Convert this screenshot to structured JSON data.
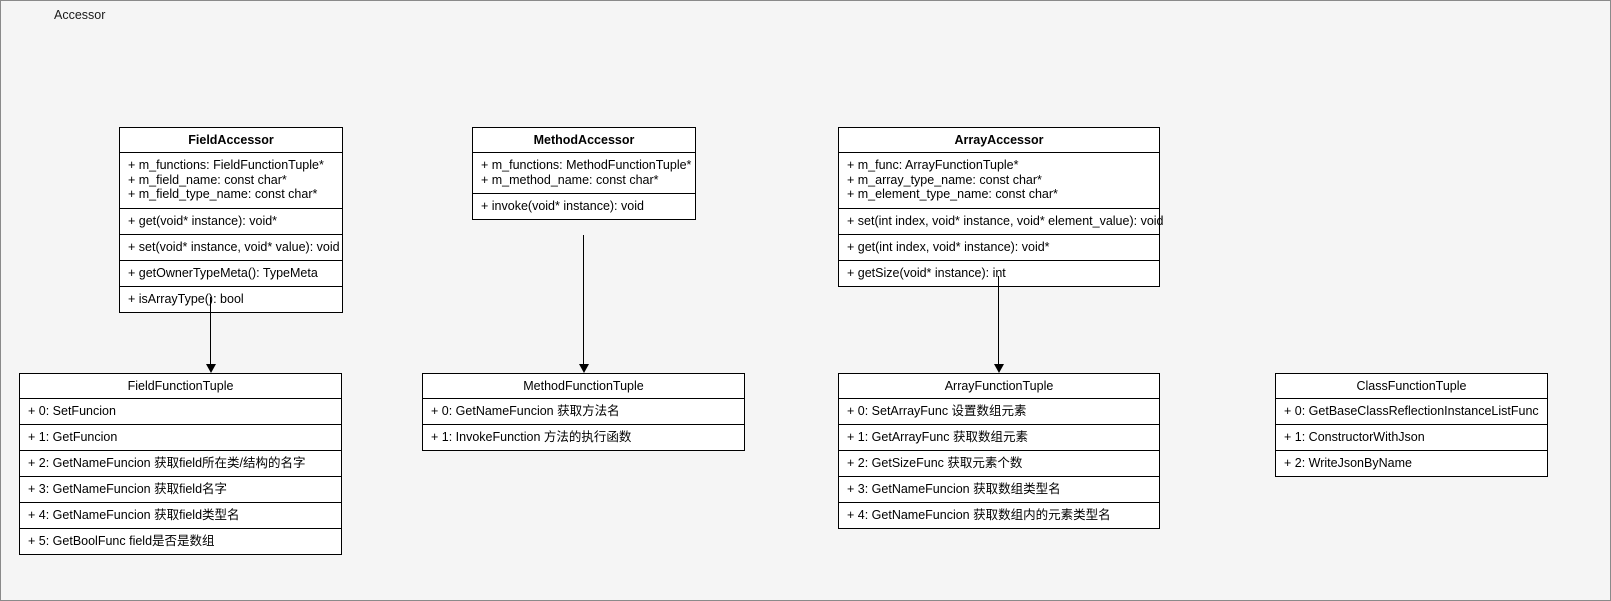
{
  "diagram": {
    "title": "Accessor",
    "type": "uml-class-diagram"
  },
  "classes": {
    "field_accessor": {
      "name": "FieldAccessor",
      "attributes": [
        "+ m_functions: FieldFunctionTuple*",
        "+ m_field_name: const char*",
        "+ m_field_type_name: const char*"
      ],
      "methods": [
        "+ get(void* instance): void*",
        "+ set(void* instance, void* value): void",
        "+ getOwnerTypeMeta(): TypeMeta",
        "+ isArrayType(): bool"
      ]
    },
    "method_accessor": {
      "name": "MethodAccessor",
      "attributes": [
        "+ m_functions: MethodFunctionTuple*",
        "+ m_method_name: const char*"
      ],
      "methods": [
        "+ invoke(void* instance): void"
      ]
    },
    "array_accessor": {
      "name": "ArrayAccessor",
      "attributes": [
        "+ m_func: ArrayFunctionTuple*",
        "+ m_array_type_name: const char*",
        "+ m_element_type_name: const char*"
      ],
      "methods": [
        "+ set(int index, void* instance, void* element_value): void",
        "+ get(int index, void* instance): void*",
        "+ getSize(void* instance): int"
      ]
    },
    "field_function_tuple": {
      "name": "FieldFunctionTuple",
      "entries": [
        "+ 0: SetFuncion",
        "+ 1: GetFuncion",
        "+ 2: GetNameFuncion 获取field所在类/结构的名字",
        "+ 3: GetNameFuncion 获取field名字",
        "+ 4: GetNameFuncion 获取field类型名",
        "+ 5: GetBoolFunc field是否是数组"
      ]
    },
    "method_function_tuple": {
      "name": "MethodFunctionTuple",
      "entries": [
        "+ 0: GetNameFuncion 获取方法名",
        "+ 1: InvokeFunction 方法的执行函数"
      ]
    },
    "array_function_tuple": {
      "name": "ArrayFunctionTuple",
      "entries": [
        "+ 0: SetArrayFunc 设置数组元素",
        "+ 1: GetArrayFunc 获取数组元素",
        "+ 2: GetSizeFunc 获取元素个数",
        "+ 3: GetNameFuncion 获取数组类型名",
        "+ 4: GetNameFuncion 获取数组内的元素类型名"
      ]
    },
    "class_function_tuple": {
      "name": "ClassFunctionTuple",
      "entries": [
        "+ 0: GetBaseClassReflectionInstanceListFunc",
        "+ 1: ConstructorWithJson",
        "+ 2: WriteJsonByName"
      ]
    }
  },
  "colors": {
    "canvas_background": "#f5f5f5",
    "box_background": "#ffffff",
    "border": "#000000",
    "text": "#000000",
    "canvas_border": "#8a8a8a"
  }
}
